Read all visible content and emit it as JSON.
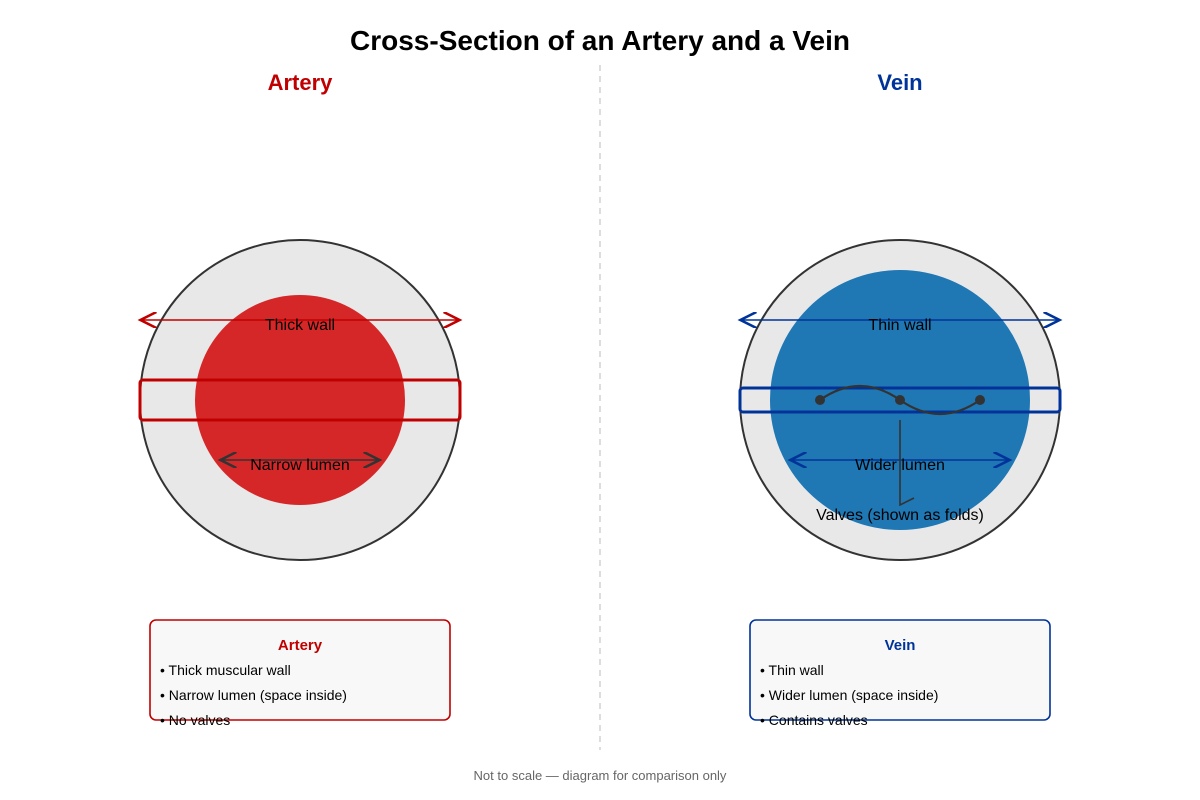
{
  "title": "Cross-Section of an Artery and a Vein",
  "colors": {
    "artery_accent": "#c00000",
    "artery_lumen": "#d62728",
    "vein_accent": "#003399",
    "vein_lumen": "#1f77b4",
    "wall_fill": "#e8e8e8",
    "wall_stroke": "#333333",
    "divider": "#dddddd"
  },
  "artery": {
    "heading": "Artery",
    "wall_label": "Thick wall",
    "lumen_label": "Narrow lumen",
    "legend": {
      "title": "Artery",
      "items": [
        "• Thick muscular wall",
        "• Narrow lumen (space inside)",
        "• No valves"
      ]
    }
  },
  "vein": {
    "heading": "Vein",
    "wall_label": "Thin wall",
    "lumen_label": "Wider lumen",
    "valve_label": "Valves (shown as folds)",
    "legend": {
      "title": "Vein",
      "items": [
        "• Thin wall",
        "• Wider lumen (space inside)",
        "• Contains valves"
      ]
    }
  },
  "footnote": "Not to scale — diagram for comparison only"
}
